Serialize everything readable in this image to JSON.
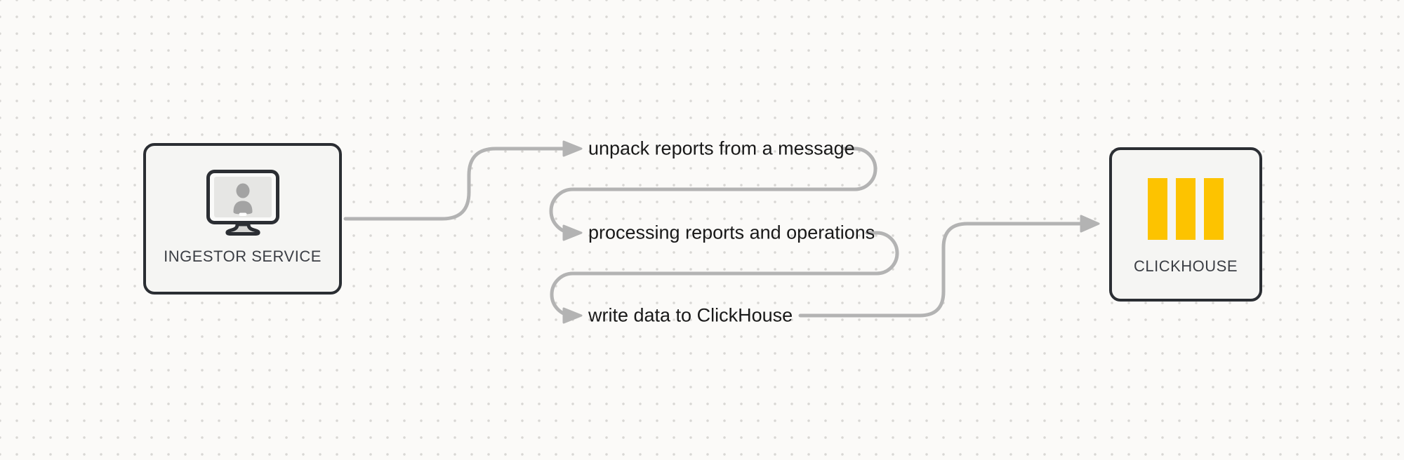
{
  "diagram": {
    "nodes": {
      "ingestor": {
        "label": "INGESTOR SERVICE",
        "icon": "monitor-user-icon"
      },
      "clickhouse": {
        "label": "CLICKHOUSE",
        "icon": "clickhouse-bars-icon"
      }
    },
    "steps": [
      {
        "label": "unpack reports from a message"
      },
      {
        "label": "processing reports and operations"
      },
      {
        "label": "write data to ClickHouse"
      }
    ]
  },
  "colors": {
    "background": "#fbfaf8",
    "grid-dot": "#d8d7d4",
    "node-border": "#2b2e33",
    "node-fill": "#f5f5f3",
    "connector": "#b3b3b3",
    "step-text": "#191919",
    "node-label": "#3b3e44",
    "brand-yellow": "#fdc300",
    "icon-screen": "#e6e6e4",
    "icon-bezel": "#fafaf9",
    "icon-person": "#a3a3a3",
    "icon-stand": "#d4d4d2"
  }
}
